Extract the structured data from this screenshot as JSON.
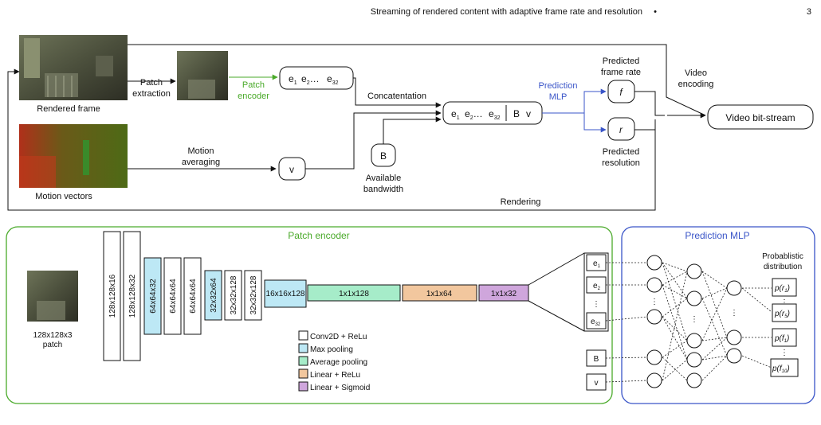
{
  "header": {
    "running_title": "Streaming of rendered content with adaptive frame rate and resolution",
    "separator": "•",
    "page_number": "3"
  },
  "top": {
    "rendered_frame_label": "Rendered frame",
    "motion_vectors_label": "Motion vectors",
    "patch_extraction": [
      "Patch",
      "extraction"
    ],
    "patch_encoder": [
      "Patch",
      "encoder"
    ],
    "motion_averaging": [
      "Motion",
      "averaging"
    ],
    "concatentation": "Concatentation",
    "prediction_mlp": [
      "Prediction",
      "MLP"
    ],
    "predicted_frame_rate": [
      "Predicted",
      "frame rate"
    ],
    "predicted_resolution": [
      "Predicted",
      "resolution"
    ],
    "video_encoding": [
      "Video",
      "encoding"
    ],
    "video_bitstream": "Video bit-stream",
    "available_bandwidth": [
      "Available",
      "bandwidth"
    ],
    "rendering": "Rendering",
    "e": "e",
    "dots": "…",
    "sub1": "1",
    "sub2": "2",
    "sub32": "32",
    "B": "B",
    "v": "v",
    "f": "f",
    "r": "r"
  },
  "bottom": {
    "patch_encoder_title": "Patch encoder",
    "prediction_mlp_title": "Prediction MLP",
    "patch_label": [
      "128x128x3",
      "patch"
    ],
    "layers": [
      "128x128x16",
      "128x128x32",
      "64x64x32",
      "64x64x64",
      "64x64x64",
      "32x32x64",
      "32x32x128",
      "32x32x128",
      "16x16x128",
      "1x1x128",
      "1x1x64",
      "1x1x32"
    ],
    "legend": [
      "Conv2D + ReLu",
      "Max pooling",
      "Average pooling",
      "Linear + ReLu",
      "Linear + Sigmoid"
    ],
    "inputs": [
      "e",
      "e",
      "e",
      "B",
      "v"
    ],
    "probabilistic": [
      "Probablistic",
      "distribution"
    ],
    "outputs": [
      {
        "p": "p(r",
        "s": "1",
        "c": ")"
      },
      {
        "p": "p(r",
        "s": "5",
        "c": ")"
      },
      {
        "p": "p(f",
        "s": "1",
        "c": ")"
      },
      {
        "p": "p(f",
        "s": "10",
        "c": ")"
      }
    ]
  },
  "colors": {
    "green": "#4aaa2a",
    "blue": "#3a55c8",
    "maxpool": "#bde8f5",
    "avgpool": "#a6ecc9",
    "linrelu": "#f2c79e",
    "linsig": "#cfa6dc"
  }
}
